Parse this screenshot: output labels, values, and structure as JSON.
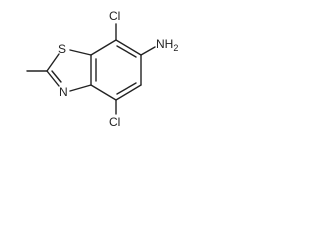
{
  "atoms": {
    "sulfur": "S",
    "nitrogen": "N",
    "chlorine_top": "Cl",
    "chlorine_bottom": "Cl",
    "amine": "NH",
    "amine_subscript": "2"
  },
  "colors": {
    "bond": "#222222",
    "label": "#222222",
    "background": "#ffffff"
  }
}
